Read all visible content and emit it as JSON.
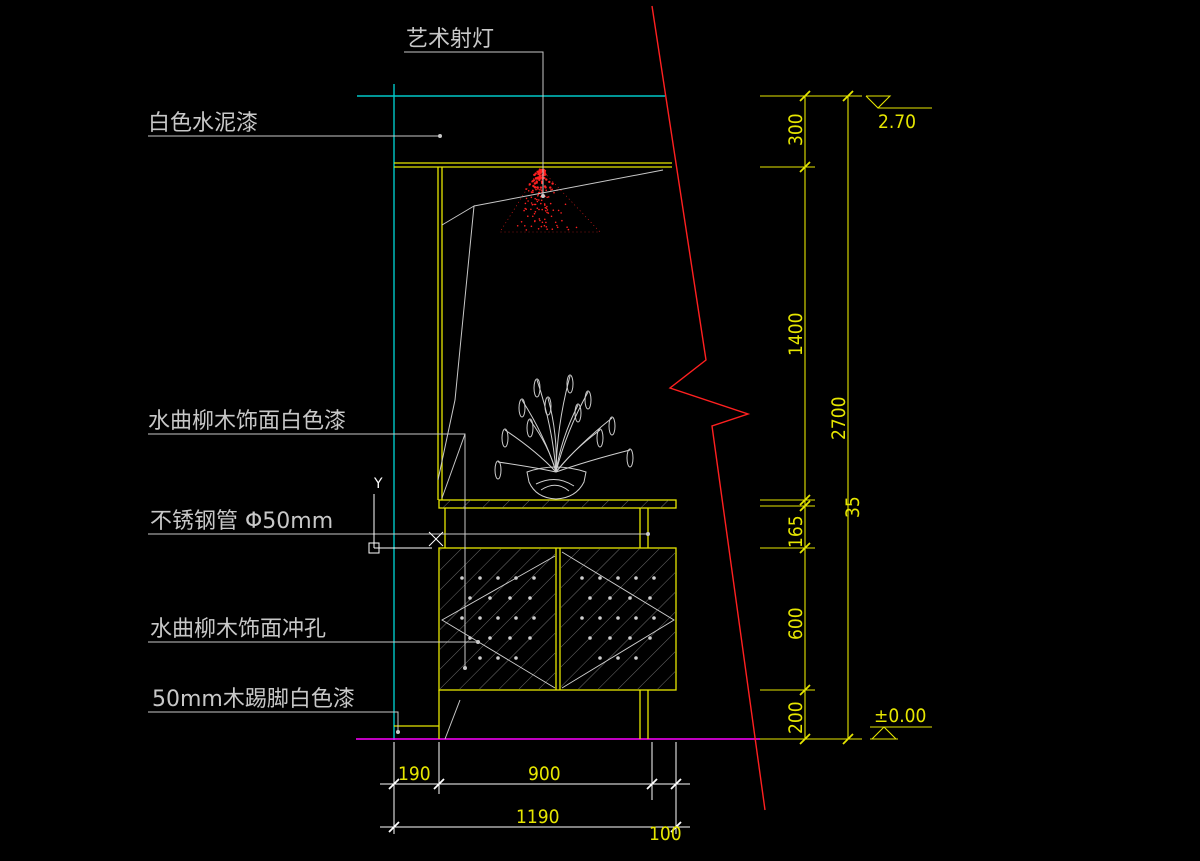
{
  "labels": {
    "spotlight": "艺术射灯",
    "white_cement_paint": "白色水泥漆",
    "willow_white_paint": "水曲柳木饰面白色漆",
    "steel_pipe": "不锈钢管 Φ50mm",
    "willow_perforated": "水曲柳木饰面冲孔",
    "skirting": "50mm木踢脚白色漆"
  },
  "dimensions": {
    "vertical": {
      "d300": "300",
      "d1400": "1400",
      "d165": "165",
      "d600": "600",
      "d200": "200",
      "d2700": "2700",
      "d35": "35"
    },
    "horizontal": {
      "d190": "190",
      "d900": "900",
      "d1190": "1190",
      "d100": "100"
    }
  },
  "levels": {
    "top": "2.70",
    "bottom": "±0.00"
  },
  "ucs": {
    "x": "X",
    "y": "Y"
  },
  "colors": {
    "background": "#000000",
    "label_text": "#c8c8c8",
    "dimension": "#e6e600",
    "wall": "#00c8c8",
    "break_line": "#ff0000",
    "floor": "#ff00ff",
    "spotlight": "#ff2020"
  }
}
